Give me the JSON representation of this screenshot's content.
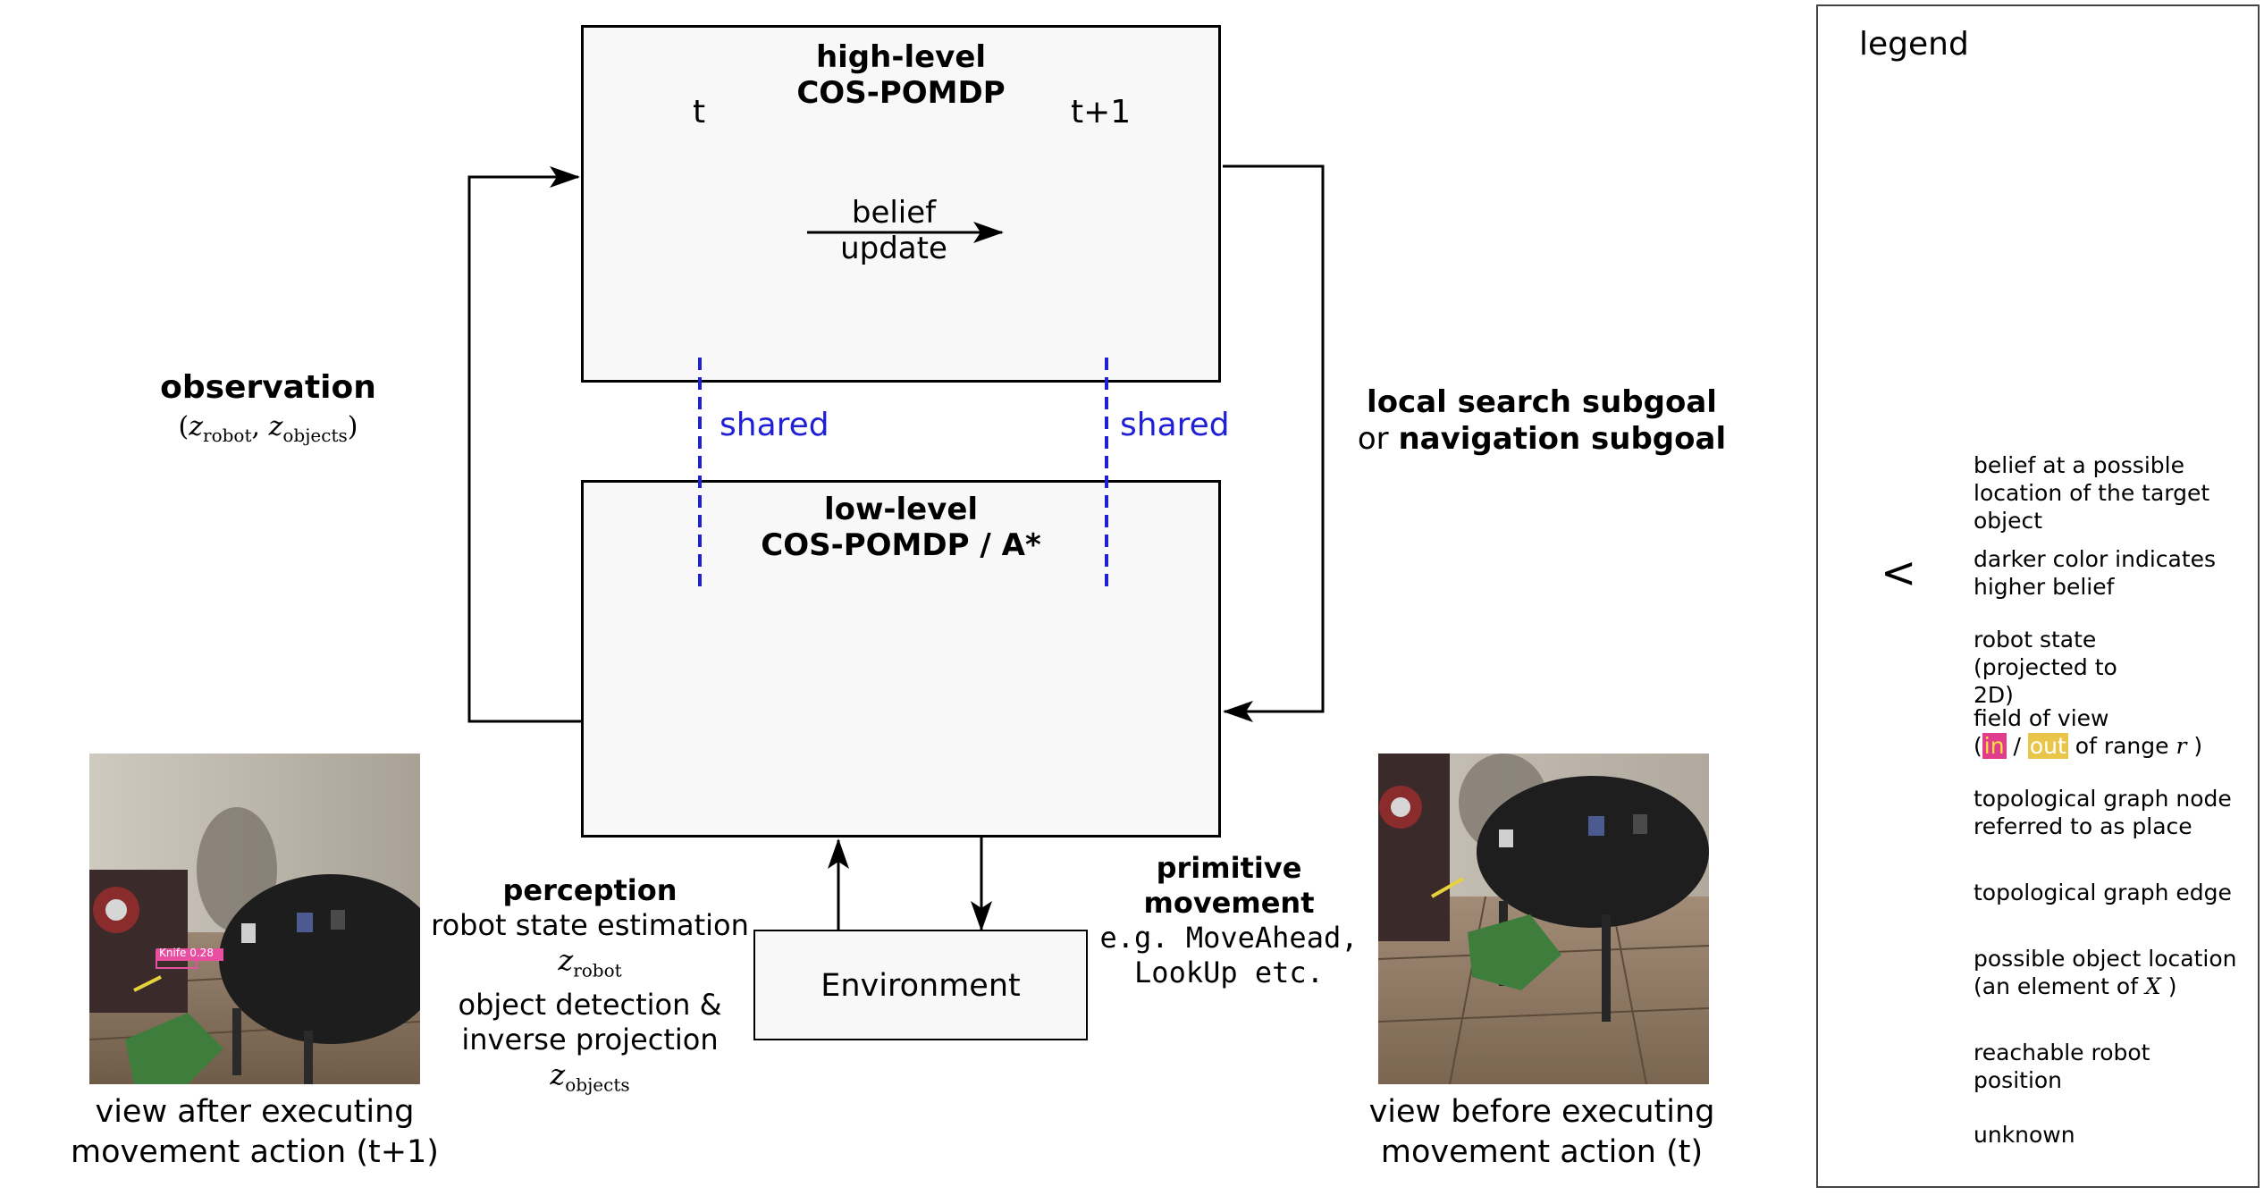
{
  "high_level": {
    "title_line1": "high-level",
    "title_line2": "COS-POMDP",
    "label_t": "t",
    "label_t1": "t+1"
  },
  "belief_update": {
    "line1": "belief",
    "line2": "update"
  },
  "shared_label": "shared",
  "low_level": {
    "title_line1": "low-level",
    "title_line2": "COS-POMDP / A*"
  },
  "observation": {
    "title": "observation",
    "formula_open": "(",
    "formula_z1": "z",
    "formula_sub1": "robot",
    "formula_comma": ", ",
    "formula_z2": "z",
    "formula_sub2": "objects",
    "formula_close": ")"
  },
  "subgoal": {
    "part1": "local search subgoal",
    "or_word": "or ",
    "part2": "navigation subgoal"
  },
  "perception": {
    "title": "perception",
    "line1": "robot state estimation",
    "z": "z",
    "z_sub": "robot",
    "line2": "object detection &",
    "line3": "inverse projection",
    "z2": "z",
    "z2_sub": "objects"
  },
  "primitive": {
    "line1": "primitive",
    "line2": "movement",
    "line3": "e.g. MoveAhead,",
    "line4": "LookUp etc."
  },
  "environment": "Environment",
  "view_after": {
    "line1": "view after executing",
    "line2": "movement action (t+1)"
  },
  "view_before": {
    "line1": "view before executing",
    "line2": "movement action (t)"
  },
  "detection_label": "Knife 0.28",
  "legend": {
    "title": "legend",
    "items": [
      {
        "text": "belief at a possible location of the target object"
      },
      {
        "text": "darker color indicates higher belief"
      },
      {
        "text": "robot state (projected to 2D)"
      },
      {
        "text_pre": "field of view",
        "in": "in",
        "slash": " / ",
        "out": "out",
        "post": " of range ",
        "r": "r",
        "paren_close": " )"
      },
      {
        "text": "topological graph node referred to as place"
      },
      {
        "text": "topological graph edge"
      },
      {
        "text_pre": "possible object location",
        "line2_pre": "(an element of ",
        "x": "X",
        "line2_post": " )"
      },
      {
        "text": "reachable robot position"
      },
      {
        "text": "unknown"
      }
    ],
    "less_than": "<"
  },
  "colors": {
    "green": "#5fdb8d",
    "light_green": "#c7ecd5",
    "magenta": "#b3418a",
    "light_magenta": "#c391b4",
    "yellow": "#f5e51b",
    "edge_red": "#c8372c",
    "robot_red": "#e41a1c",
    "grey": "#a6a6a6",
    "shared_blue": "#1f1fd6"
  }
}
